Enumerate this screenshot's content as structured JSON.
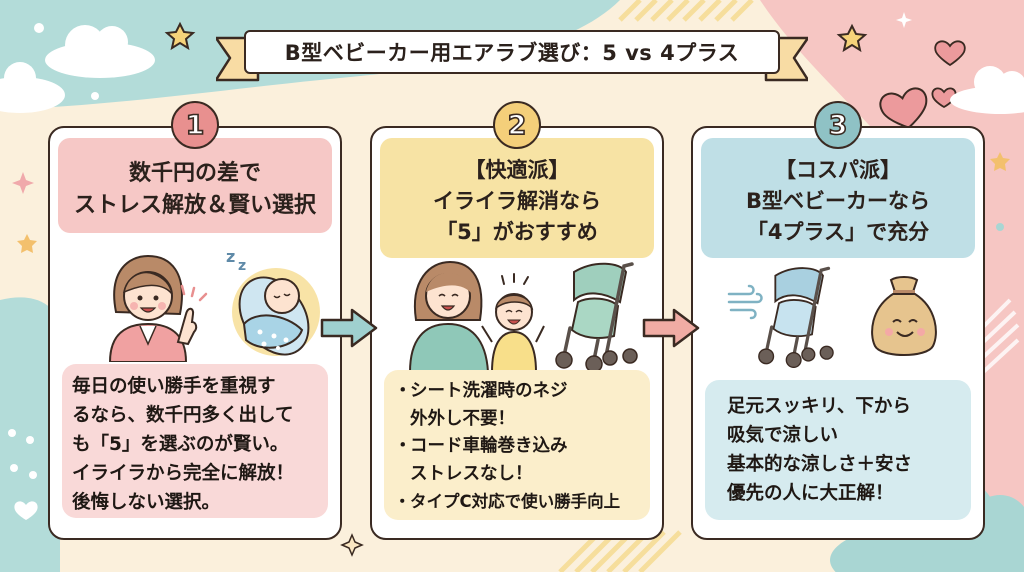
{
  "title": "B型ベビーカー用エアラブ選び：5 vs 4プラス",
  "colors": {
    "card1_accent": "#e8908f",
    "card2_accent": "#f4cf7a",
    "card3_accent": "#8fc2c5",
    "outline": "#3a2a22",
    "background": "#fbf0dc"
  },
  "cards": [
    {
      "number": "1",
      "heading_lines": [
        "数千円の差で",
        "ストレス解放＆賢い選択"
      ],
      "illustration": [
        "woman-pointing-icon",
        "sleeping-baby-icon"
      ],
      "body_lines": [
        "毎日の使い勝手を重視す",
        "るなら、数千円多く出して",
        "も「5」を選ぶのが賢い。",
        "イライラから完全に解放！",
        "後悔しない選択。"
      ]
    },
    {
      "number": "2",
      "heading_lines": [
        "【快適派】",
        "イライラ解消なら",
        "「5」がおすすめ"
      ],
      "illustration": [
        "mother-and-child-icon",
        "green-stroller-icon"
      ],
      "bullets": [
        {
          "marker": "・",
          "lines": [
            "シート洗濯時のネジ",
            "外外し不要！"
          ]
        },
        {
          "marker": "・",
          "lines": [
            "コード車輪巻き込み",
            "ストレスなし！"
          ]
        },
        {
          "marker": "・",
          "lines": [
            "タイプC対応で使い勝手向上"
          ]
        }
      ]
    },
    {
      "number": "3",
      "heading_lines": [
        "【コスパ派】",
        "B型ベビーカーなら",
        "「4プラス」で充分"
      ],
      "illustration": [
        "wind-icon",
        "blue-stroller-icon",
        "money-bag-icon"
      ],
      "body_lines": [
        "足元スッキリ、下から",
        "吸気で涼しい",
        "基本的な涼しさ＋安さ",
        "優先の人に大正解！"
      ]
    }
  ],
  "arrows": [
    {
      "name": "arrow-right-teal",
      "color": "#9fd0cf"
    },
    {
      "name": "arrow-right-pink",
      "color": "#f0aca4"
    }
  ]
}
